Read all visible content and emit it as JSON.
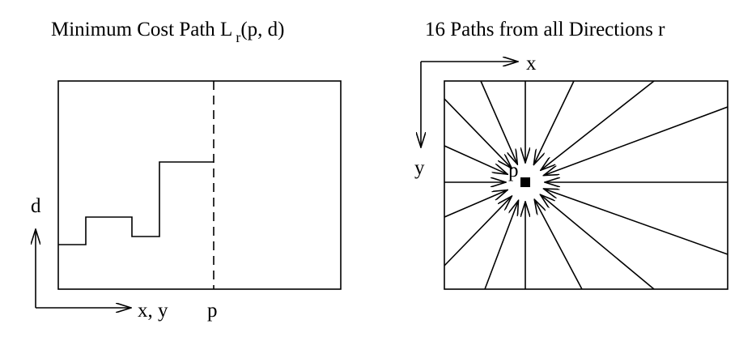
{
  "left_panel": {
    "title_main": "Minimum Cost Path L",
    "title_sub": "r",
    "title_args": "(p, d)",
    "axis_vertical": "d",
    "axis_horizontal": "x, y",
    "marker": "p"
  },
  "right_panel": {
    "title": "16 Paths from all Directions r",
    "axis_x": "x",
    "axis_y": "y",
    "pixel": "p"
  },
  "colors": {
    "stroke": "#000000",
    "background": "#ffffff"
  }
}
